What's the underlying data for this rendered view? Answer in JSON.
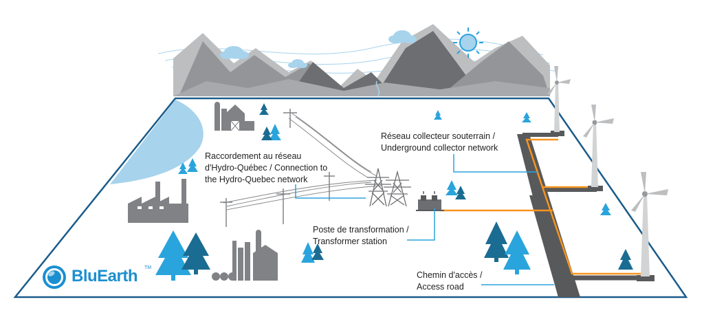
{
  "labels": {
    "connection": [
      "Raccordement au réseau",
      "d'Hydro-Québec / Connection to",
      "the Hydro-Quebec network"
    ],
    "collector": [
      "Réseau collecteur souterrain /",
      "Underground collector network"
    ],
    "transformer": [
      "Poste de transformation /",
      "Transformer station"
    ],
    "road": [
      "Chemin d'accès /",
      "Access road"
    ]
  },
  "logo": {
    "text": "BluEarth",
    "tm": "TM"
  },
  "colors": {
    "outline": "#1a5b8a",
    "accent_blue": "#1b8fd0",
    "light_blue": "#a7d3ec",
    "mountain_dark": "#6d6e71",
    "mountain_mid": "#939598",
    "mountain_light": "#bcbec0",
    "road": "#58595b",
    "cable": "#f7941d",
    "tree_light": "#2aa4dc",
    "tree_dark": "#1b6c92"
  }
}
